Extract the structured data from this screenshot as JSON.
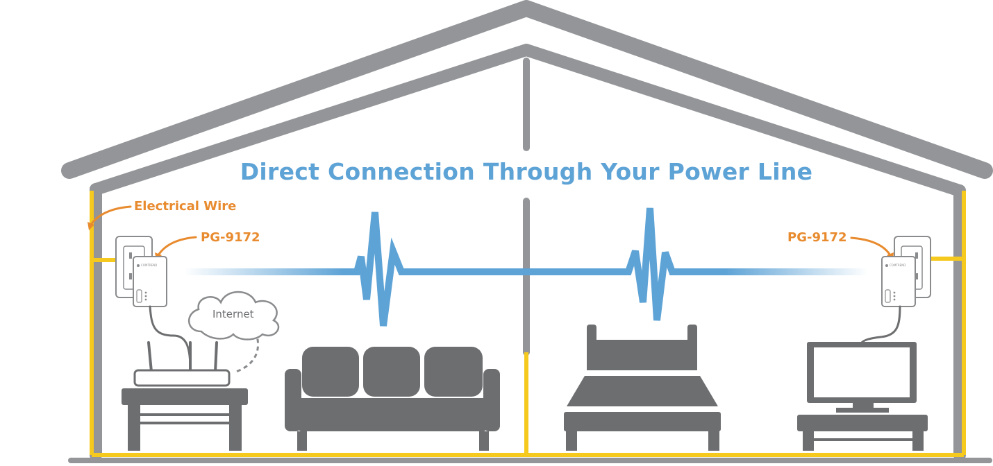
{
  "title": "Direct Connection Through Your Power Line",
  "labels": {
    "electrical_wire": "Electrical Wire",
    "adapter_left": "PG-9172",
    "adapter_right": "PG-9172",
    "cloud": "Internet",
    "adapter_brand": "COMTREND"
  },
  "colors": {
    "house": "#939598",
    "wire": "#f6c91e",
    "signal": "#5ea3d6",
    "callout": "#e88b2f",
    "furniture": "#6d6e70",
    "device_outline": "#8a8b8d"
  }
}
